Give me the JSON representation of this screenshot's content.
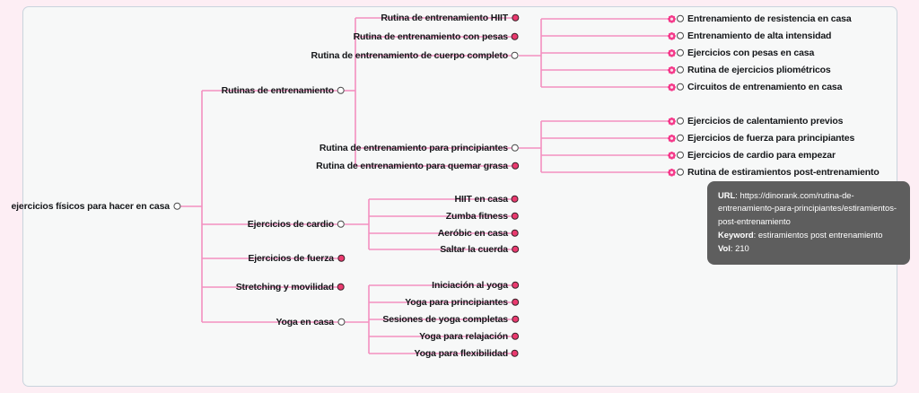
{
  "page": {
    "background_color": "#fdeef4",
    "card_background": "#f7f8f8",
    "card_border_color": "#c9d4dd",
    "connector_color": "#f48fc0",
    "accent_color": "#ea3a6f"
  },
  "mindmap": {
    "root": {
      "label": "ejercicios físicos para hacer en casa",
      "marker": "hollow"
    },
    "branches": [
      {
        "label": "Rutinas de entrenamiento",
        "marker": "hollow",
        "children": [
          {
            "label": "Rutina de entrenamiento HIIT",
            "marker": "filled",
            "children": []
          },
          {
            "label": "Rutina de entrenamiento con pesas",
            "marker": "filled",
            "children": []
          },
          {
            "label": "Rutina de entrenamiento de cuerpo completo",
            "marker": "hollow",
            "children": [
              {
                "label": "Entrenamiento de resistencia en casa",
                "marker": "hollow",
                "icon": "flower-icon"
              },
              {
                "label": "Entrenamiento de alta intensidad",
                "marker": "hollow",
                "icon": "flower-icon"
              },
              {
                "label": "Ejercicios con pesas en casa",
                "marker": "hollow",
                "icon": "flower-icon"
              },
              {
                "label": "Rutina de ejercicios pliométricos",
                "marker": "hollow",
                "icon": "flower-icon"
              },
              {
                "label": "Circuitos de entrenamiento en casa",
                "marker": "hollow",
                "icon": "flower-icon"
              }
            ]
          },
          {
            "label": "Rutina de entrenamiento para principiantes",
            "marker": "hollow",
            "children": [
              {
                "label": "Ejercicios de calentamiento previos",
                "marker": "hollow",
                "icon": "flower-icon"
              },
              {
                "label": "Ejercicios de fuerza para principiantes",
                "marker": "hollow",
                "icon": "flower-icon"
              },
              {
                "label": "Ejercicios de cardio para empezar",
                "marker": "hollow",
                "icon": "flower-icon"
              },
              {
                "label": "Rutina de estiramientos post-entrenamiento",
                "marker": "hollow",
                "icon": "flower-icon"
              }
            ]
          },
          {
            "label": "Rutina de entrenamiento para quemar grasa",
            "marker": "filled",
            "children": []
          }
        ]
      },
      {
        "label": "Ejercicios de cardio",
        "marker": "hollow",
        "children": [
          {
            "label": "HIIT en casa",
            "marker": "filled",
            "children": []
          },
          {
            "label": "Zumba fitness",
            "marker": "filled",
            "children": []
          },
          {
            "label": "Aeróbic en casa",
            "marker": "filled",
            "children": []
          },
          {
            "label": "Saltar la cuerda",
            "marker": "filled",
            "children": []
          }
        ]
      },
      {
        "label": "Ejercicios de fuerza",
        "marker": "filled",
        "children": []
      },
      {
        "label": "Stretching y movilidad",
        "marker": "filled",
        "children": []
      },
      {
        "label": "Yoga en casa",
        "marker": "hollow",
        "children": [
          {
            "label": "Iniciación al yoga",
            "marker": "filled",
            "children": []
          },
          {
            "label": "Yoga para principiantes",
            "marker": "filled",
            "children": []
          },
          {
            "label": "Sesiones de yoga completas",
            "marker": "filled",
            "children": []
          },
          {
            "label": "Yoga para relajación",
            "marker": "filled",
            "children": []
          },
          {
            "label": "Yoga para flexibilidad",
            "marker": "filled",
            "children": []
          }
        ]
      }
    ]
  },
  "tooltip": {
    "url_key": "URL",
    "url_value": "https://dinorank.com/rutina-de-entrenamiento-para-principiantes/estiramientos-post-entrenamiento",
    "keyword_key": "Keyword",
    "keyword_value": "estiramientos post entrenamiento",
    "vol_key": "Vol",
    "vol_value": "210"
  }
}
